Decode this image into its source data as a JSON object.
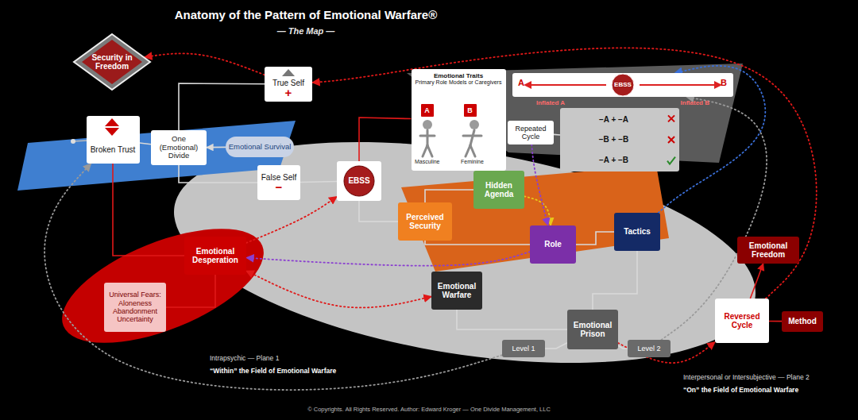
{
  "diagram": {
    "title": "Anatomy of the Pattern of Emotional Warfare®",
    "caption": "© Copyrights. All Rights Reserved. Author: Edward Kroger — One Divide Management, LLC",
    "nodes": [
      {
        "text": [
          "Security in Freedom"
        ]
      },
      {
        "text": [
          "True Self",
          "+"
        ]
      },
      {
        "text": [
          "Broken Trust"
        ]
      },
      {
        "text": [
          "One (Emotional) Divide"
        ]
      },
      {
        "text": [
          "Emotional Survival"
        ]
      },
      {
        "text": [
          "False Self",
          "−"
        ]
      },
      {
        "text": [
          "EBSS"
        ]
      },
      {
        "text": [
          "Emotional Traits",
          "Primary Role Models or Caregivers"
        ]
      },
      {
        "text": [
          "A"
        ],
        "in": 7
      },
      {
        "text": [
          "B"
        ],
        "in": 7
      },
      {
        "text": [
          "Repeated Cycle"
        ]
      },
      {
        "text": [
          "Inflated A",
          "Inflated B"
        ]
      },
      {
        "text": [
          "EBSS"
        ],
        "in": 11
      },
      {
        "text": [
          "−A + −A",
          "−B + −B",
          "−A + −B"
        ]
      },
      {
        "text": [
          "Hidden Agenda"
        ]
      },
      {
        "text": [
          "Perceived Security"
        ]
      },
      {
        "text": [
          "Role"
        ]
      },
      {
        "text": [
          "Tactics"
        ]
      },
      {
        "text": [
          "Emotional Desperation"
        ]
      },
      {
        "text": [
          "Universal Fears:",
          "Aloneness Abandonment Uncertainty"
        ]
      },
      {
        "text": [
          "Emotional Warfare"
        ]
      },
      {
        "text": [
          "Emotional Prison"
        ]
      },
      {
        "text": [
          "Level 1"
        ]
      },
      {
        "text": [
          "Level 2"
        ]
      },
      {
        "text": [
          "Reversed Cycle"
        ]
      },
      {
        "text": [
          "Emotional Freedom"
        ]
      },
      {
        "text": [
          "Method"
        ]
      }
    ],
    "edges": [
      {
        "from": 2,
        "to": 3,
        "arrow": "none"
      },
      {
        "from": 3,
        "to": 1,
        "arrow": "none"
      },
      {
        "from": 3,
        "to": 5,
        "arrow": "none"
      },
      {
        "from": 4,
        "to": 3,
        "arrow": "to"
      },
      {
        "from": 5,
        "to": 6,
        "arrow": "none"
      },
      {
        "from": 6,
        "to": 7,
        "arrow": "none"
      },
      {
        "from": 2,
        "to": 18,
        "arrow": "none"
      },
      {
        "from": 18,
        "to": 19,
        "arrow": "none"
      },
      {
        "from": 6,
        "to": 15,
        "arrow": "none"
      },
      {
        "from": 15,
        "to": 14,
        "arrow": "none"
      },
      {
        "from": 15,
        "to": 16,
        "arrow": "none"
      },
      {
        "from": 16,
        "to": 17,
        "arrow": "none"
      },
      {
        "from": 17,
        "to": 21,
        "arrow": "none"
      },
      {
        "from": 20,
        "to": 21,
        "arrow": "none"
      },
      {
        "from": 21,
        "to": 22,
        "arrow": "none"
      },
      {
        "from": 21,
        "to": 23,
        "arrow": "none"
      },
      {
        "from": 24,
        "to": 25,
        "arrow": "to"
      },
      {
        "from": 26,
        "to": 24,
        "arrow": "none"
      },
      {
        "from": 10,
        "to": 13,
        "arrow": "none"
      },
      {
        "from": 1,
        "to": 0,
        "arrow": "to"
      },
      {
        "from": 24,
        "to": 1,
        "arrow": "to"
      },
      {
        "from": 18,
        "to": 6,
        "arrow": "to"
      },
      {
        "from": 20,
        "to": 18,
        "arrow": "both"
      },
      {
        "from": 16,
        "to": 18,
        "arrow": "to"
      },
      {
        "from": 14,
        "to": 16,
        "arrow": "to"
      },
      {
        "from": 22,
        "to": 2,
        "arrow": "to"
      },
      {
        "from": 21,
        "to": 24,
        "arrow": "to"
      },
      {
        "from": 23,
        "to": 11,
        "arrow": "to"
      },
      {
        "from": 17,
        "to": 11,
        "arrow": "to"
      },
      {
        "from": 10,
        "to": 16,
        "arrow": "to"
      }
    ],
    "labels": [
      "— The Map —",
      "A",
      "B",
      "Masculine",
      "Feminine",
      "Intrapsychic — Plane 1",
      "“Within” the Field of Emotional Warfare",
      "Interpersonal or Intersubjective — Plane 2",
      "“On” the Field of Emotional Warfare"
    ]
  }
}
